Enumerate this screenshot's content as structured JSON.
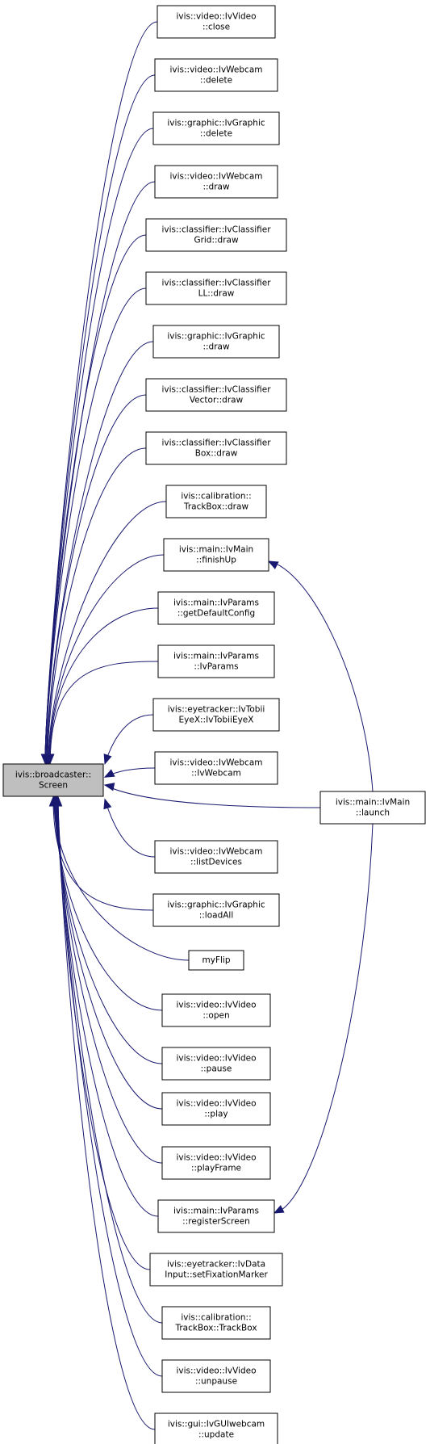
{
  "graph": {
    "edge_color": "#191970",
    "focus_fill": "#bfbfbf",
    "focus": {
      "id": "screen",
      "lines": [
        "ivis::broadcaster::",
        "Screen"
      ]
    },
    "callers": [
      {
        "id": "close",
        "lines": [
          "ivis::video::IvVideo",
          "::close"
        ]
      },
      {
        "id": "webcam-delete",
        "lines": [
          "ivis::video::IvWebcam",
          "::delete"
        ]
      },
      {
        "id": "graphic-delete",
        "lines": [
          "ivis::graphic::IvGraphic",
          "::delete"
        ]
      },
      {
        "id": "webcam-draw",
        "lines": [
          "ivis::video::IvWebcam",
          "::draw"
        ]
      },
      {
        "id": "grid-draw",
        "lines": [
          "ivis::classifier::IvClassifier",
          "Grid::draw"
        ]
      },
      {
        "id": "ll-draw",
        "lines": [
          "ivis::classifier::IvClassifier",
          "LL::draw"
        ]
      },
      {
        "id": "graphic-draw",
        "lines": [
          "ivis::graphic::IvGraphic",
          "::draw"
        ]
      },
      {
        "id": "vector-draw",
        "lines": [
          "ivis::classifier::IvClassifier",
          "Vector::draw"
        ]
      },
      {
        "id": "box-draw",
        "lines": [
          "ivis::classifier::IvClassifier",
          "Box::draw"
        ]
      },
      {
        "id": "trackbox-draw",
        "lines": [
          "ivis::calibration::",
          "TrackBox::draw"
        ]
      },
      {
        "id": "finishup",
        "lines": [
          "ivis::main::IvMain",
          "::finishUp"
        ]
      },
      {
        "id": "getdefaultconfig",
        "lines": [
          "ivis::main::IvParams",
          "::getDefaultConfig"
        ]
      },
      {
        "id": "ivparams",
        "lines": [
          "ivis::main::IvParams",
          "::IvParams"
        ]
      },
      {
        "id": "ivtobiieyex",
        "lines": [
          "ivis::eyetracker::IvTobii",
          "EyeX::IvTobiiEyeX"
        ]
      },
      {
        "id": "ivwebcam",
        "lines": [
          "ivis::video::IvWebcam",
          "::IvWebcam"
        ]
      },
      {
        "id": "listdevices",
        "lines": [
          "ivis::video::IvWebcam",
          "::listDevices"
        ]
      },
      {
        "id": "loadall",
        "lines": [
          "ivis::graphic::IvGraphic",
          "::loadAll"
        ]
      },
      {
        "id": "myflip",
        "lines": [
          "myFlip"
        ]
      },
      {
        "id": "open",
        "lines": [
          "ivis::video::IvVideo",
          "::open"
        ]
      },
      {
        "id": "pause",
        "lines": [
          "ivis::video::IvVideo",
          "::pause"
        ]
      },
      {
        "id": "play",
        "lines": [
          "ivis::video::IvVideo",
          "::play"
        ]
      },
      {
        "id": "playframe",
        "lines": [
          "ivis::video::IvVideo",
          "::playFrame"
        ]
      },
      {
        "id": "registerscreen",
        "lines": [
          "ivis::main::IvParams",
          "::registerScreen"
        ]
      },
      {
        "id": "setfixationmarker",
        "lines": [
          "ivis::eyetracker::IvData",
          "Input::setFixationMarker"
        ]
      },
      {
        "id": "trackbox",
        "lines": [
          "ivis::calibration::",
          "TrackBox::TrackBox"
        ]
      },
      {
        "id": "unpause",
        "lines": [
          "ivis::video::IvVideo",
          "::unpause"
        ]
      },
      {
        "id": "update",
        "lines": [
          "ivis::gui::IvGUIwebcam",
          "::update"
        ]
      }
    ],
    "second_level": [
      {
        "id": "launch",
        "lines": [
          "ivis::main::IvMain",
          "::launch"
        ]
      }
    ],
    "edges": [
      {
        "from": "close",
        "to": "screen"
      },
      {
        "from": "webcam-delete",
        "to": "screen"
      },
      {
        "from": "graphic-delete",
        "to": "screen"
      },
      {
        "from": "webcam-draw",
        "to": "screen"
      },
      {
        "from": "grid-draw",
        "to": "screen"
      },
      {
        "from": "ll-draw",
        "to": "screen"
      },
      {
        "from": "graphic-draw",
        "to": "screen"
      },
      {
        "from": "vector-draw",
        "to": "screen"
      },
      {
        "from": "box-draw",
        "to": "screen"
      },
      {
        "from": "trackbox-draw",
        "to": "screen"
      },
      {
        "from": "finishup",
        "to": "screen"
      },
      {
        "from": "getdefaultconfig",
        "to": "screen"
      },
      {
        "from": "ivparams",
        "to": "screen"
      },
      {
        "from": "ivtobiieyex",
        "to": "screen"
      },
      {
        "from": "ivwebcam",
        "to": "screen"
      },
      {
        "from": "listdevices",
        "to": "screen"
      },
      {
        "from": "loadall",
        "to": "screen"
      },
      {
        "from": "myflip",
        "to": "screen"
      },
      {
        "from": "open",
        "to": "screen"
      },
      {
        "from": "pause",
        "to": "screen"
      },
      {
        "from": "play",
        "to": "screen"
      },
      {
        "from": "playframe",
        "to": "screen"
      },
      {
        "from": "registerscreen",
        "to": "screen"
      },
      {
        "from": "setfixationmarker",
        "to": "screen"
      },
      {
        "from": "trackbox",
        "to": "screen"
      },
      {
        "from": "unpause",
        "to": "screen"
      },
      {
        "from": "update",
        "to": "screen"
      },
      {
        "from": "launch",
        "to": "screen"
      },
      {
        "from": "launch",
        "to": "finishup"
      },
      {
        "from": "launch",
        "to": "registerscreen"
      }
    ]
  }
}
